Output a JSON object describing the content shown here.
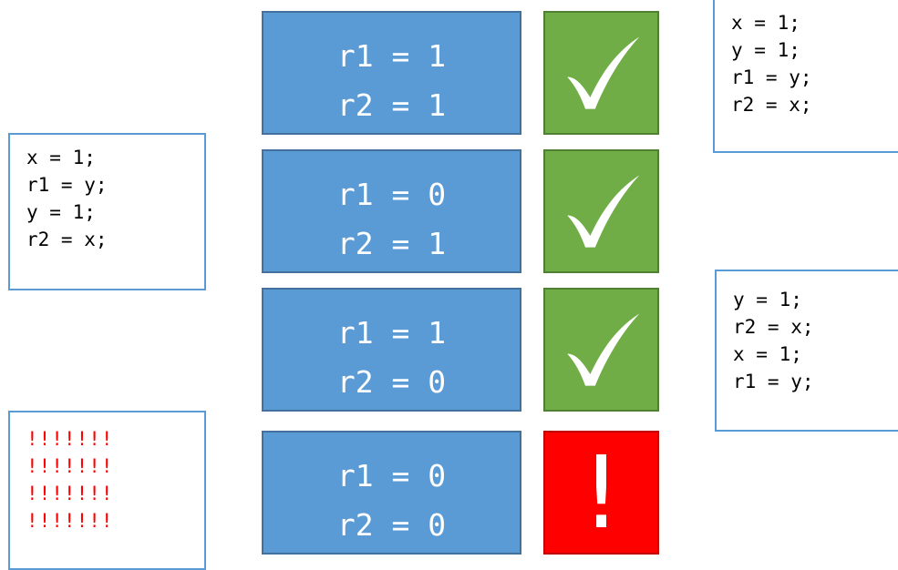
{
  "left_box": {
    "lines": [
      "x = 1;",
      "r1 = y;",
      "y = 1;",
      "r2 = x;"
    ]
  },
  "top_right_box": {
    "lines": [
      "x = 1;",
      "y = 1;",
      "r1 = y;",
      "r2 = x;"
    ]
  },
  "mid_right_box": {
    "lines": [
      "y = 1;",
      "r2 = x;",
      "x = 1;",
      "r1 = y;"
    ]
  },
  "warning_box": {
    "lines": [
      "!!!!!!!",
      "!!!!!!!",
      "!!!!!!!",
      "!!!!!!!"
    ],
    "color": "#ff0000"
  },
  "outcomes": [
    {
      "line1": "r1 = 1",
      "line2": "r2 = 1",
      "verdict": "check-icon"
    },
    {
      "line1": "r1 = 0",
      "line2": "r2 = 1",
      "verdict": "check-icon"
    },
    {
      "line1": "r1 = 1",
      "line2": "r2 = 0",
      "verdict": "check-icon"
    },
    {
      "line1": "r1 = 0",
      "line2": "r2 = 0",
      "verdict": "exclamation-icon",
      "mark": "!"
    }
  ],
  "colors": {
    "outcome_fill": "#5b9bd5",
    "ok_fill": "#70ad47",
    "bad_fill": "#ff0000",
    "box_border": "#5b9bd5"
  }
}
